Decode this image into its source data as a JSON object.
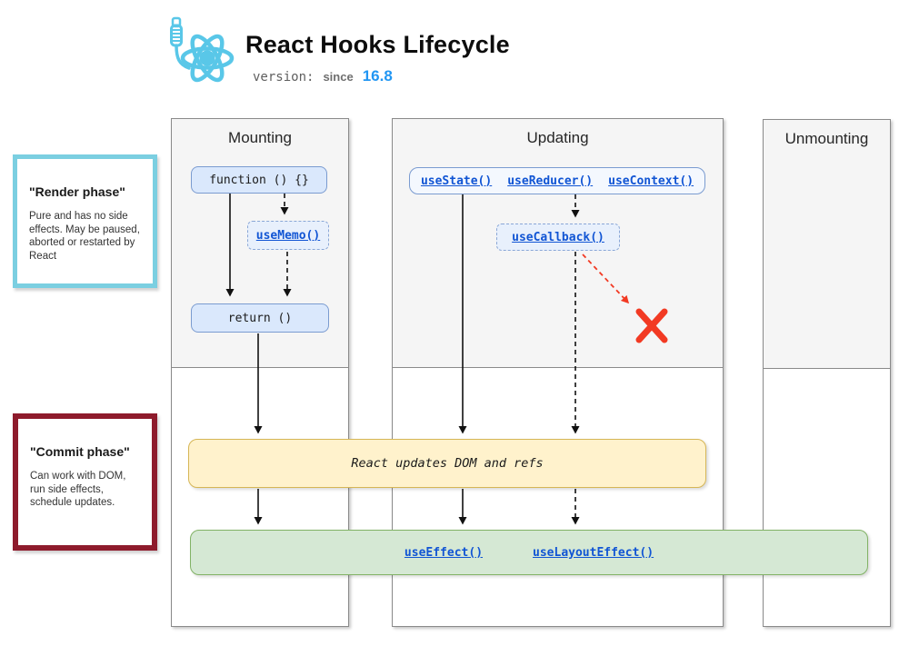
{
  "header": {
    "title": "React Hooks Lifecycle",
    "version_label": "version:",
    "since_label": "since",
    "version_number": "16.8"
  },
  "notes": {
    "render": {
      "title": "\"Render phase\"",
      "body": "Pure and has no side effects. May be paused, aborted or restarted by React"
    },
    "commit": {
      "title": "\"Commit phase\"",
      "body": "Can work with DOM, run side effects, schedule updates."
    }
  },
  "columns": {
    "mounting": "Mounting",
    "updating": "Updating",
    "unmounting": "Unmounting"
  },
  "nodes": {
    "function_declaration": "function () {}",
    "use_memo": "useMemo()",
    "return_statement": "return ()",
    "use_state": "useState()",
    "use_reducer": "useReducer()",
    "use_context": "useContext()",
    "use_callback": "useCallback()",
    "dom_update": "React updates DOM and refs",
    "use_effect": "useEffect()",
    "use_layout_effect": "useLayoutEffect()"
  },
  "colors": {
    "link_blue": "#1155d4",
    "node_fill": "#dae8fc",
    "node_border": "#7a9bd0",
    "yellow_fill": "#fff2cc",
    "yellow_border": "#d6b656",
    "green_fill": "#d5e8d4",
    "green_border": "#82b366",
    "render_phase_accent": "#7bcfe1",
    "commit_phase_accent": "#8e1b2c",
    "logo_blue": "#59c7e8",
    "error_red": "#f23a23",
    "version_blue": "#2196f3",
    "column_header_fill": "#f5f5f5"
  }
}
